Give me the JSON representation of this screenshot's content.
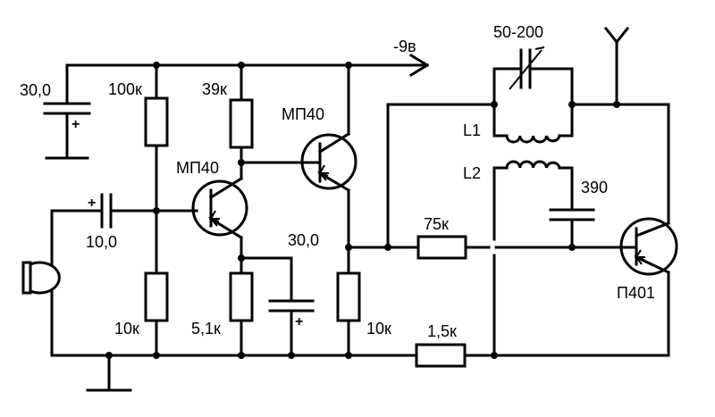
{
  "labels": {
    "supply": "-9в",
    "c_in_filter": "30,0",
    "r_100k": "100к",
    "r_39k": "39к",
    "q1": "МП40",
    "q2": "МП40",
    "c_var": "50-200",
    "l1": "L1",
    "l2": "L2",
    "c_390": "390",
    "c_10": "10,0",
    "r_75k": "75к",
    "c_30_emitter": "30,0",
    "r_10k_left": "10к",
    "r_5_1k": "5,1к",
    "r_10k_right": "10к",
    "r_1_5k": "1,5к",
    "q3": "П401"
  },
  "polarity": {
    "plus": "+"
  }
}
